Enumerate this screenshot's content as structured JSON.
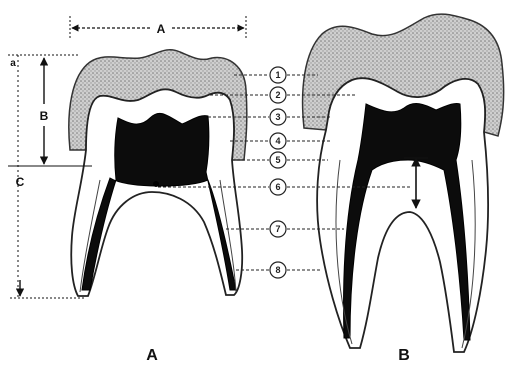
{
  "dimensions": {
    "width_label": "A",
    "crown_height_label": "B",
    "root_length_label": "C",
    "small_mark": "a"
  },
  "callouts": [
    "1",
    "2",
    "3",
    "4",
    "5",
    "6",
    "7",
    "8"
  ],
  "captions": {
    "left": "A",
    "right": "B"
  }
}
